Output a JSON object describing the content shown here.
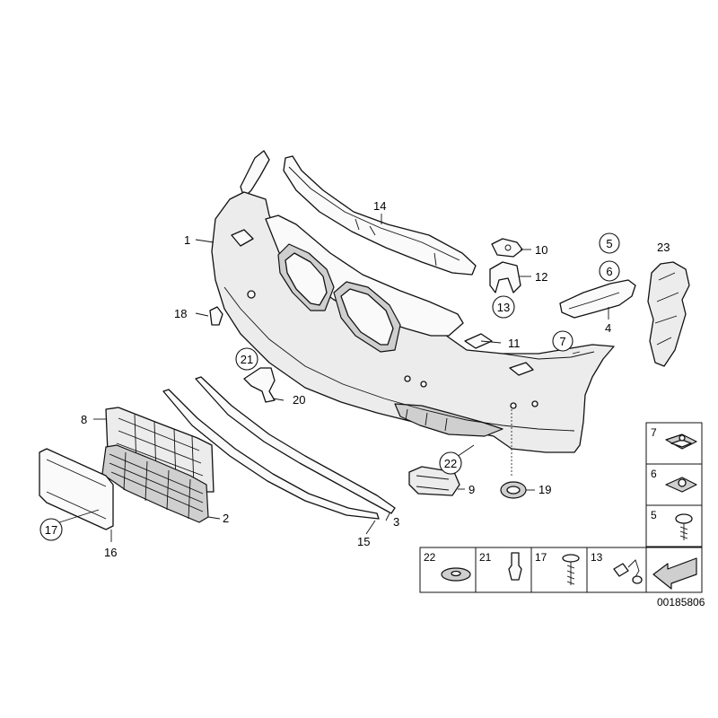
{
  "diagram_code": "00185806",
  "labels": {
    "l1": "1",
    "l2": "2",
    "l3": "3",
    "l4": "4",
    "l5": "5",
    "l6": "6",
    "l7": "7",
    "l8": "8",
    "l9": "9",
    "l10": "10",
    "l11": "11",
    "l12": "12",
    "l13": "13",
    "l14": "14",
    "l15": "15",
    "l16": "16",
    "l17": "17",
    "l18": "18",
    "l19": "19",
    "l20": "20",
    "l21": "21",
    "l22": "22",
    "l23": "23"
  },
  "legend_right": [
    "7",
    "6",
    "5"
  ],
  "legend_bottom": [
    "22",
    "21",
    "17",
    "13"
  ]
}
